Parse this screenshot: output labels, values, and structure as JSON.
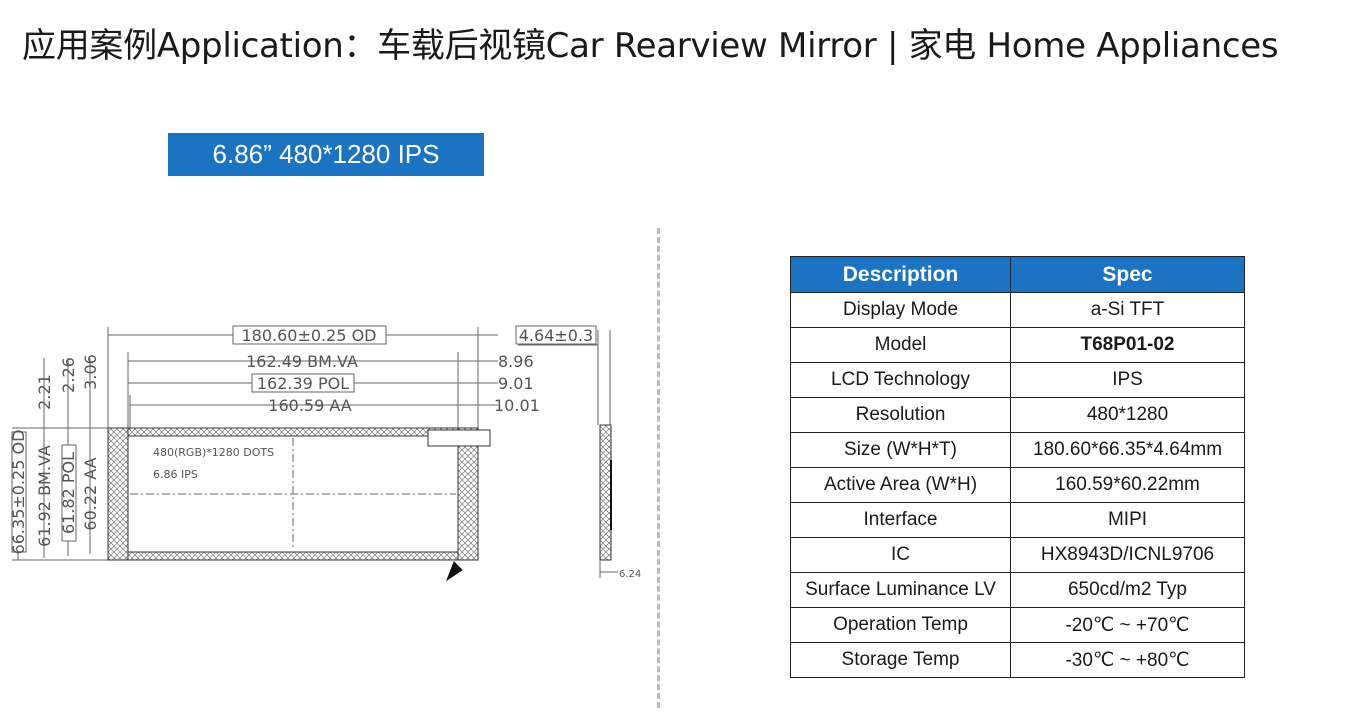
{
  "title": "应用案例Application：车载后视镜Car Rearview Mirror | 家电 Home Appliances",
  "badge": "6.86”   480*1280 IPS",
  "drawing": {
    "od_width": "180.60±0.25 OD",
    "thickness": "4.64±0.3",
    "bm_va": "162.49 BM.VA",
    "pol": "162.39 POL",
    "aa": "160.59 AA",
    "r1": "8.96",
    "r2": "9.01",
    "r3": "10.01",
    "t1": "2.21",
    "t2": "2.26",
    "t3": "3.06",
    "h_od": "66.35±0.25 OD",
    "h_bm": "61.92 BM.VA",
    "h_pol": "61.82 POL",
    "h_aa": "60.22 AA",
    "dots": "480(RGB)*1280 DOTS",
    "size_label": "6.86 IPS",
    "side_small": "6.24"
  },
  "table": {
    "headers": [
      "Description",
      "Spec"
    ],
    "rows": [
      {
        "desc": "Display Mode",
        "spec": "a-Si TFT"
      },
      {
        "desc": "Model",
        "spec": "T68P01-02"
      },
      {
        "desc": "LCD Technology",
        "spec": "IPS"
      },
      {
        "desc": "Resolution",
        "spec": "480*1280"
      },
      {
        "desc": "Size (W*H*T)",
        "spec": "180.60*66.35*4.64mm"
      },
      {
        "desc": "Active Area (W*H)",
        "spec": "160.59*60.22mm"
      },
      {
        "desc": "Interface",
        "spec": "MIPI"
      },
      {
        "desc": "IC",
        "spec": "HX8943D/ICNL9706"
      },
      {
        "desc": "Surface Luminance LV",
        "spec": "650cd/m2 Typ"
      },
      {
        "desc": "Operation Temp",
        "spec": "-20℃ ~ +70℃"
      },
      {
        "desc": "Storage Temp",
        "spec": "-30℃ ~ +80℃"
      }
    ]
  },
  "colors": {
    "accent": "#1b73c4"
  }
}
